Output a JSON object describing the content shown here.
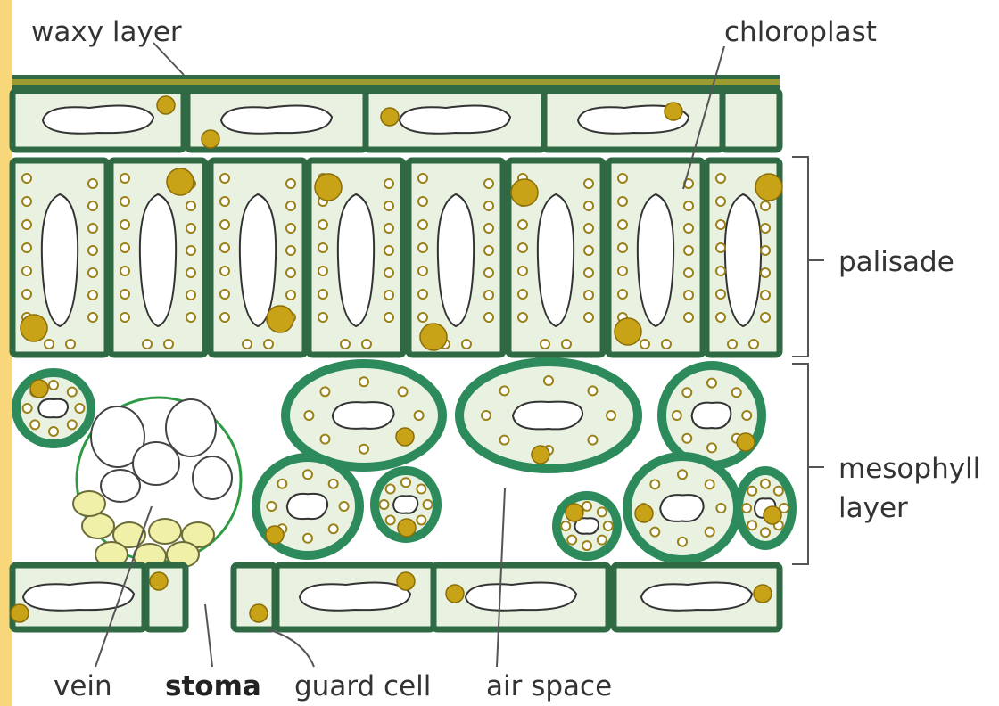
{
  "labels": {
    "waxy_layer": "waxy layer",
    "chloroplast": "chloroplast",
    "palisade": "palisade",
    "mesophyll_line1": "mesophyll",
    "mesophyll_line2": "layer",
    "vein": "vein",
    "stoma": "stoma",
    "guard_cell": "guard cell",
    "air_space": "air space"
  },
  "colors": {
    "border_accent": "#f7d77a",
    "cell_wall": "#2f6a45",
    "mesophyll_wall": "#2d8a5a",
    "cell_fill": "#e9f1e1",
    "chloroplast": "#c9a317",
    "waxy_stripe": "#8a8a2a",
    "vein_xylem_fill": "#f0f0a8",
    "vein_outline": "#2f9a45"
  }
}
